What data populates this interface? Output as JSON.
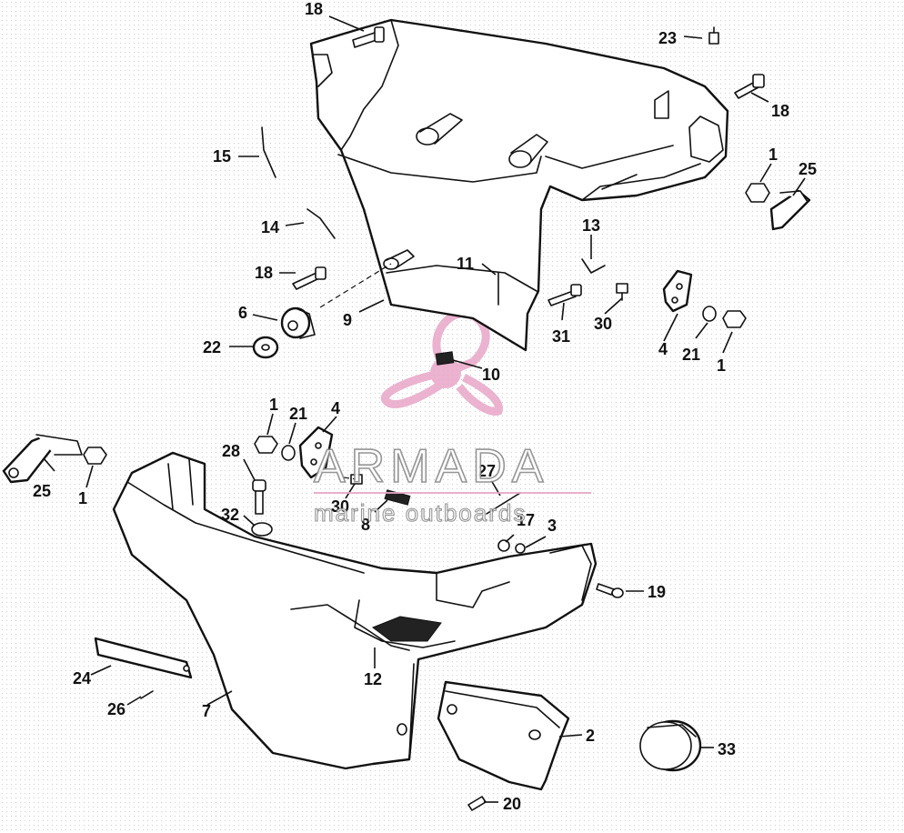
{
  "watermark": {
    "title": "ARMADA",
    "subtitle": "marine outboards",
    "accent_color": "#e8a6c8"
  },
  "callouts": {
    "c1a": "1",
    "c1b": "1",
    "c1c": "1",
    "c1d": "1",
    "c2": "2",
    "c3": "3",
    "c4a": "4",
    "c4b": "4",
    "c6": "6",
    "c7": "7",
    "c8": "8",
    "c9": "9",
    "c10": "10",
    "c11": "11",
    "c12": "12",
    "c13": "13",
    "c14": "14",
    "c15": "15",
    "c17": "17",
    "c18a": "18",
    "c18b": "18",
    "c18c": "18",
    "c19": "19",
    "c20": "20",
    "c21a": "21",
    "c21b": "21",
    "c22": "22",
    "c23": "23",
    "c24": "24",
    "c25a": "25",
    "c25b": "25",
    "c26": "26",
    "c27": "27",
    "c28": "28",
    "c30a": "30",
    "c30b": "30",
    "c31": "31",
    "c32": "32",
    "c33": "33"
  }
}
